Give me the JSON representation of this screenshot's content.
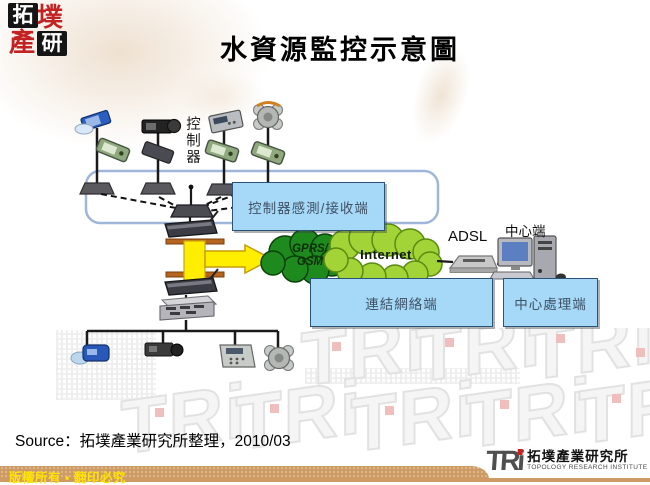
{
  "title": "水資源監控示意圖",
  "logo": {
    "c1": "拓",
    "c2": "墣",
    "c3": "產",
    "c4": "研"
  },
  "diagram": {
    "controller_label": "控制器",
    "boxes": [
      {
        "label": "控制器感測/接收端"
      },
      {
        "label": "連結網絡端"
      },
      {
        "label": "中心處理端"
      }
    ],
    "cloud_gprs_line1": "GPRS/",
    "cloud_gprs_line2": "GSM",
    "cloud_internet": "Internet",
    "adsl_label": "ADSL",
    "center_label": "中心端"
  },
  "source_text": "Source：拓墣產業研究所整理，2010/03",
  "footer": {
    "copyright": "版權所有 ▪ 翻印必究",
    "brand": "TRi",
    "org_zh": "拓墣產業研究所",
    "org_en": "TOPOLOGY RESEARCH INSTITUTE"
  },
  "watermark": {
    "text": "TRi"
  },
  "colors": {
    "box_fill": "#a6d9f7",
    "box_border": "#2b5277",
    "cloud_dark": "#1e8a1e",
    "cloud_light": "#a2d437",
    "arrow_yellow": "#ffee00",
    "footer_bar": "#cf9b64",
    "copyright_text": "#ffe400",
    "logo_red": "#c32222"
  }
}
